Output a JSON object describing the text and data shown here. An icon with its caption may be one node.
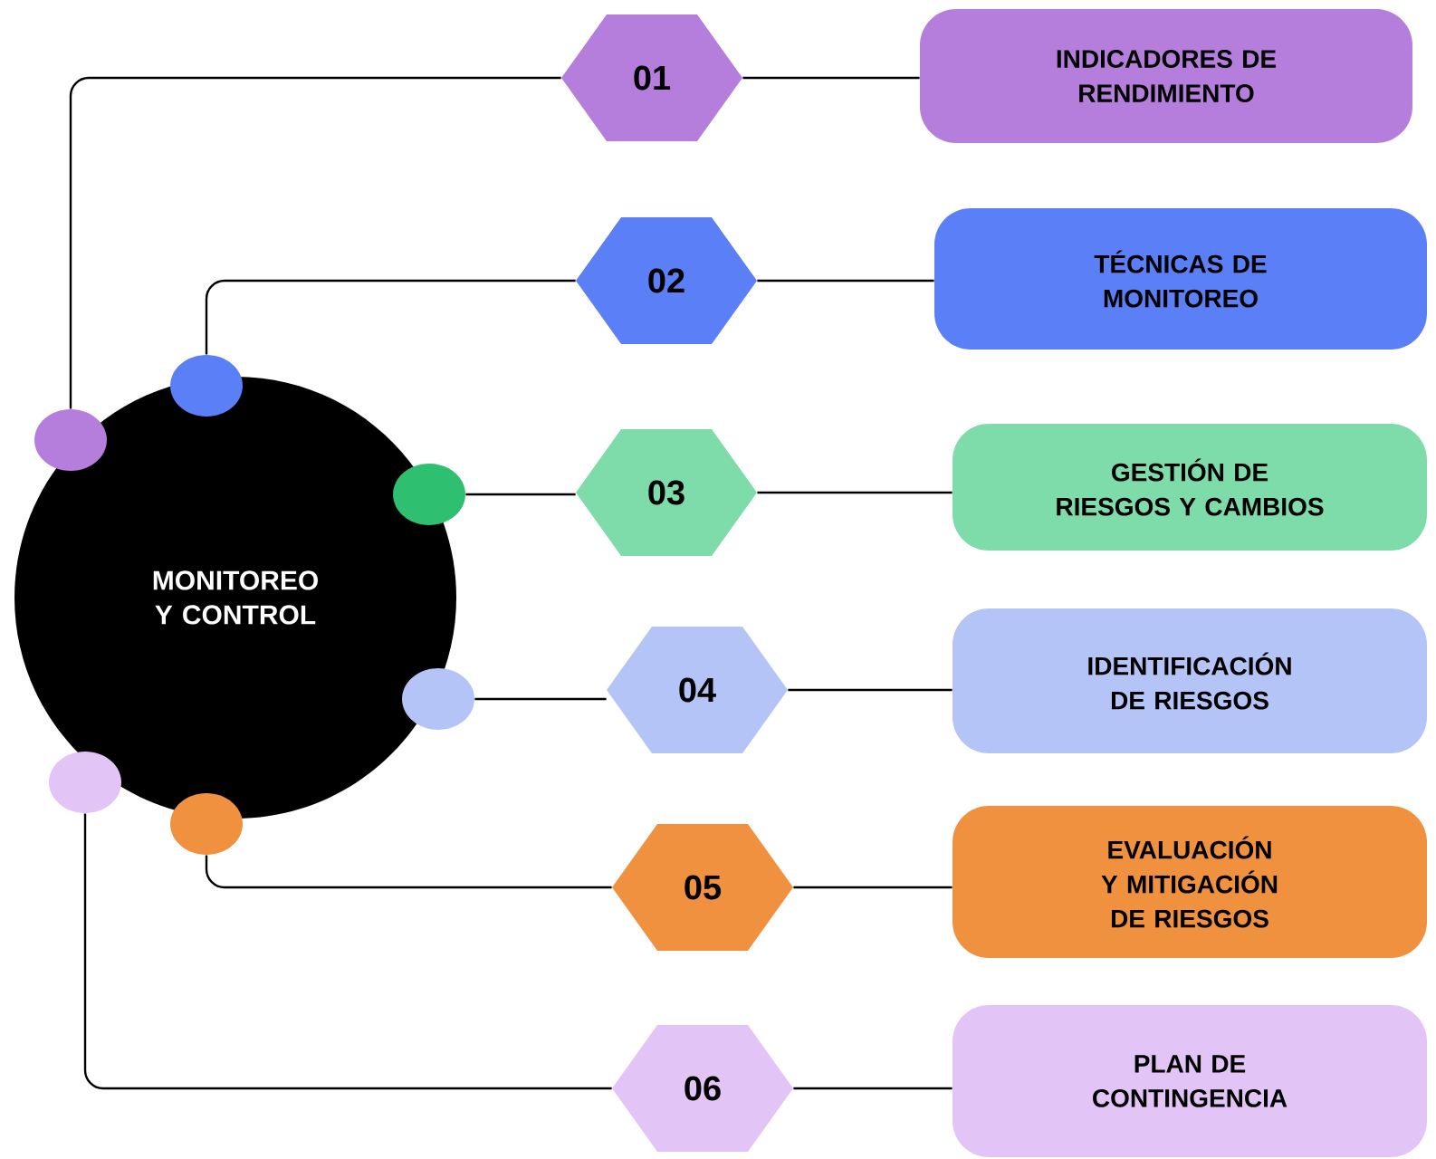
{
  "diagram": {
    "nodes": [
      {
        "text": [
          "MONITOREO Y CONTROL"
        ]
      },
      {
        "text": [],
        "shape": "circle"
      },
      {
        "text": [],
        "shape": "circle"
      },
      {
        "text": [],
        "shape": "circle"
      },
      {
        "text": [],
        "shape": "circle"
      },
      {
        "text": [],
        "shape": "circle"
      },
      {
        "text": [],
        "shape": "circle"
      },
      {
        "text": [
          "01"
        ]
      },
      {
        "text": [
          "02"
        ]
      },
      {
        "text": [
          "03"
        ]
      },
      {
        "text": [
          "04"
        ]
      },
      {
        "text": [
          "05"
        ]
      },
      {
        "text": [
          "06"
        ]
      },
      {
        "text": [
          "INDICADORES DE RENDIMIENTO"
        ]
      },
      {
        "text": [
          "TÉCNICAS DE MONITOREO"
        ]
      },
      {
        "text": [
          "GESTIÓN DE RIESGOS Y CAMBIOS"
        ]
      },
      {
        "text": [
          "IDENTIFICACIÓN DE RIESGOS"
        ]
      },
      {
        "text": [
          "EVALUACIÓN Y MITIGACIÓN DE RIESGOS"
        ]
      },
      {
        "text": [
          "PLAN DE CONTINGENCIA"
        ]
      }
    ],
    "edges": [
      {
        "from": 2,
        "to": 7,
        "arrow": "none"
      },
      {
        "from": 1,
        "to": 8,
        "arrow": "none"
      },
      {
        "from": 3,
        "to": 9,
        "arrow": "none"
      },
      {
        "from": 4,
        "to": 10,
        "arrow": "none"
      },
      {
        "from": 6,
        "to": 11,
        "arrow": "none"
      },
      {
        "from": 5,
        "to": 12,
        "arrow": "none"
      },
      {
        "from": 7,
        "to": 13,
        "arrow": "none"
      },
      {
        "from": 8,
        "to": 14,
        "arrow": "none"
      },
      {
        "from": 9,
        "to": 15,
        "arrow": "none"
      },
      {
        "from": 10,
        "to": 16,
        "arrow": "none"
      },
      {
        "from": 11,
        "to": 17,
        "arrow": "none"
      },
      {
        "from": 12,
        "to": 18,
        "arrow": "none"
      }
    ]
  }
}
